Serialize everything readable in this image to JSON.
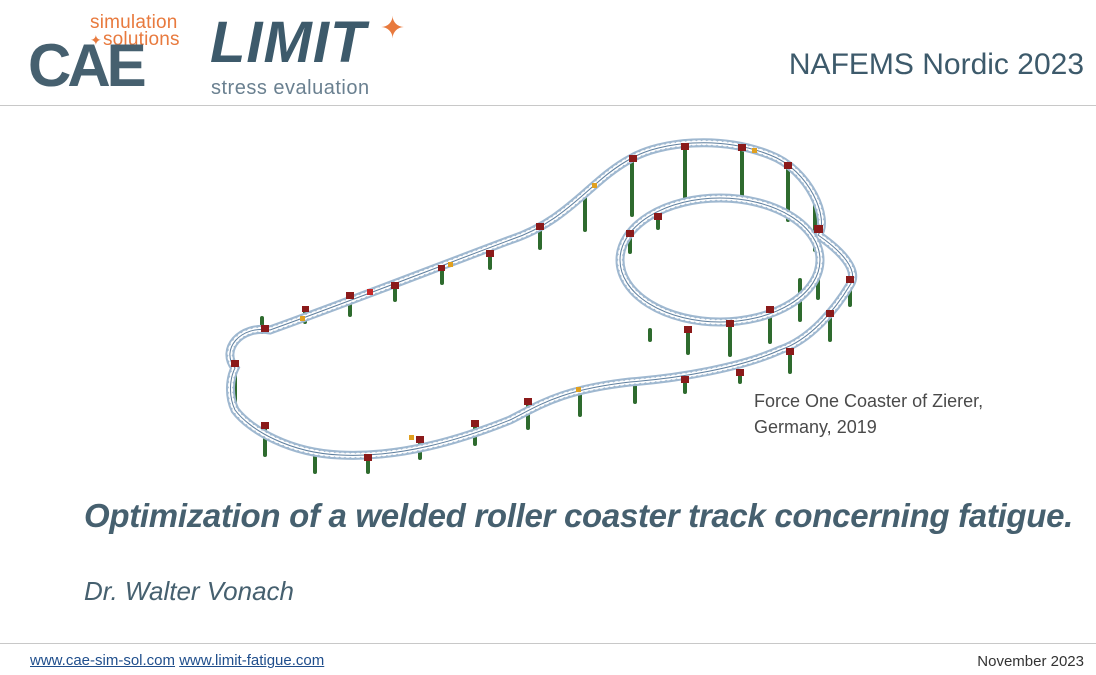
{
  "header": {
    "cae_logo": {
      "line1": "simulation",
      "line2": "solutions",
      "star": "✦",
      "wordmark": "CAE"
    },
    "limit_logo": {
      "wordmark": "LIMIT",
      "star": "✦",
      "tagline": "stress evaluation"
    },
    "event": "NAFEMS Nordic 2023"
  },
  "figure": {
    "caption_line1": "Force One Coaster of Zierer,",
    "caption_line2": "Germany, 2019"
  },
  "slide": {
    "title": "Optimization of a welded roller coaster track concerning fatigue.",
    "author": "Dr. Walter Vonach"
  },
  "footer": {
    "link1": "www.cae-sim-sol.com",
    "link2": "www.limit-fatigue.com",
    "date": "November 2023"
  },
  "colors": {
    "brand_slate": "#46606f",
    "brand_orange": "#e87a3e",
    "track_rail": "#9fb8d0",
    "support_green": "#2e6b2e",
    "joint_red": "#8b1a1a"
  }
}
